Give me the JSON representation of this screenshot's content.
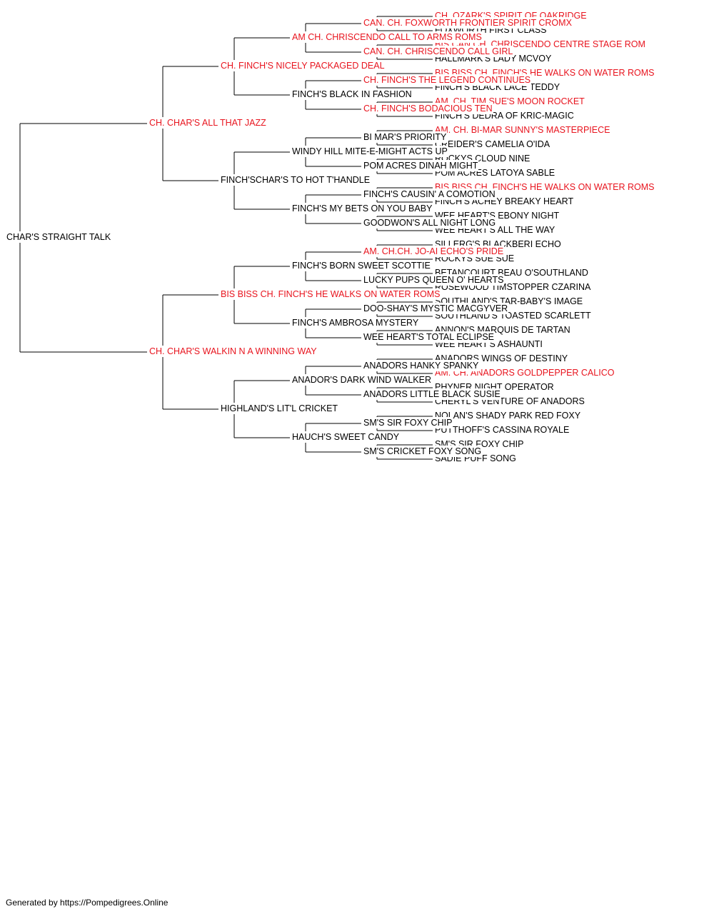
{
  "colors": {
    "champion": "#e8141e",
    "normal": "#000000",
    "line": "#000000"
  },
  "pedigree": {
    "name": "CHAR'S STRAIGHT TALK",
    "ch": false,
    "sire": {
      "name": "CH. CHAR'S ALL THAT JAZZ",
      "ch": true,
      "sire": {
        "name": "CH. FINCH'S NICELY PACKAGED DEAL",
        "ch": true,
        "sire": {
          "name": "AM CH. CHRISCENDO CALL TO ARMS ROMS",
          "ch": true,
          "sire": {
            "name": "CAN. CH. FOXWORTH FRONTIER SPIRIT CROMX",
            "ch": true,
            "sire": {
              "name": "CH. OZARK'S SPIRIT OF OAKRIDGE",
              "ch": true
            },
            "dam": {
              "name": "FOXWORTH FIRST CLASS",
              "ch": false
            }
          },
          "dam": {
            "name": "CAN. CH. CHRISCENDO CALL GIRL",
            "ch": true,
            "sire": {
              "name": "BIS CAN CH. CHRISCENDO CENTRE STAGE ROM",
              "ch": true
            },
            "dam": {
              "name": "HALLMARK'S LADY MCVOY",
              "ch": false
            }
          }
        },
        "dam": {
          "name": "FINCH'S BLACK IN FASHION",
          "ch": false,
          "sire": {
            "name": "CH. FINCH'S THE LEGEND CONTINUES",
            "ch": true,
            "sire": {
              "name": "BIS BISS CH. FINCH'S HE WALKS ON WATER ROMS",
              "ch": true
            },
            "dam": {
              "name": "FINCH'S BLACK LACE TEDDY",
              "ch": false
            }
          },
          "dam": {
            "name": "CH. FINCH'S BODACIOUS TEN",
            "ch": true,
            "sire": {
              "name": "AM. CH. TIM SUE'S MOON ROCKET",
              "ch": true
            },
            "dam": {
              "name": "FINCH'S DEDRA OF KRIC-MAGIC",
              "ch": false
            }
          }
        }
      },
      "dam": {
        "name": "FINCH'SCHAR'S TO HOT T'HANDLE",
        "ch": false,
        "sire": {
          "name": "WINDY HILL MITE-E-MIGHT ACTS UP",
          "ch": false,
          "sire": {
            "name": "BI MAR'S PRIORITY",
            "ch": false,
            "sire": {
              "name": "AM. CH. BI-MAR SUNNY'S MASTERPIECE",
              "ch": true
            },
            "dam": {
              "name": "CREIDER'S CAMELIA O'IDA",
              "ch": false
            }
          },
          "dam": {
            "name": "POM ACRES DINAH MIGHT",
            "ch": false,
            "sire": {
              "name": "ROCKYS CLOUD NINE",
              "ch": false
            },
            "dam": {
              "name": "POM ACRES LATOYA SABLE",
              "ch": false
            }
          }
        },
        "dam": {
          "name": "FINCH'S MY BETS ON YOU BABY",
          "ch": false,
          "sire": {
            "name": "FINCH'S CAUSIN' A COMOTION",
            "ch": false,
            "sire": {
              "name": "BIS BISS CH. FINCH'S HE WALKS ON WATER ROMS",
              "ch": true
            },
            "dam": {
              "name": "FINCH'S ACHEY BREAKY HEART",
              "ch": false
            }
          },
          "dam": {
            "name": "GOODWON'S ALL NIGHT LONG",
            "ch": false,
            "sire": {
              "name": "WEE HEART'S EBONY NIGHT",
              "ch": false
            },
            "dam": {
              "name": "WEE HEART'S ALL THE WAY",
              "ch": false
            }
          }
        }
      }
    },
    "dam": {
      "name": "CH. CHAR'S WALKIN N A WINNING WAY",
      "ch": true,
      "sire": {
        "name": "BIS BISS CH. FINCH'S HE WALKS ON WATER ROMS",
        "ch": true,
        "sire": {
          "name": "FINCH'S BORN SWEET SCOTTIE",
          "ch": false,
          "sire": {
            "name": "AM. CH.CH. JO-AI ECHO'S PRIDE",
            "ch": true,
            "sire": {
              "name": "SILLERG'S BLACKBERI ECHO",
              "ch": false
            },
            "dam": {
              "name": "ROCKYS SUE SUE",
              "ch": false
            }
          },
          "dam": {
            "name": "LUCKY PUPS QUEEN O' HEARTS",
            "ch": false,
            "sire": {
              "name": "BETANCOURT BEAU O'SOUTHLAND",
              "ch": false
            },
            "dam": {
              "name": "ROSEWOOD TIMSTOPPER CZARINA",
              "ch": false
            }
          }
        },
        "dam": {
          "name": "FINCH'S AMBROSA MYSTERY",
          "ch": false,
          "sire": {
            "name": "DOO-SHAY'S MYSTIC MACGYVER",
            "ch": false,
            "sire": {
              "name": "SOUTHLAND'S TAR-BABY'S IMAGE",
              "ch": false
            },
            "dam": {
              "name": "SOUTHLAND'S TOASTED SCARLETT",
              "ch": false
            }
          },
          "dam": {
            "name": "WEE HEART'S TOTAL ECLIPSE",
            "ch": false,
            "sire": {
              "name": "ANNON'S MARQUIS DE TARTAN",
              "ch": false
            },
            "dam": {
              "name": "WEE HEART'S ASHAUNTI",
              "ch": false
            }
          }
        }
      },
      "dam": {
        "name": "HIGHLAND'S LIT'L CRICKET",
        "ch": false,
        "sire": {
          "name": "ANADOR'S DARK WIND WALKER",
          "ch": false,
          "sire": {
            "name": "ANADORS HANKY SPANKY",
            "ch": false,
            "sire": {
              "name": "ANADORS WINGS OF DESTINY",
              "ch": false
            },
            "dam": {
              "name": "AM. CH. ANADORS GOLDPEPPER CALICO",
              "ch": true
            }
          },
          "dam": {
            "name": "ANADORS LITTLE BLACK SUSIE",
            "ch": false,
            "sire": {
              "name": "PHYNER NIGHT OPERATOR",
              "ch": false
            },
            "dam": {
              "name": "CHERYL'S VENTURE OF ANADORS",
              "ch": false
            }
          }
        },
        "dam": {
          "name": "HAUCH'S SWEET CANDY",
          "ch": false,
          "sire": {
            "name": "SM'S SIR FOXY CHIP",
            "ch": false,
            "sire": {
              "name": "NOLAN'S SHADY PARK RED FOXY",
              "ch": false
            },
            "dam": {
              "name": "PUTTHOFF'S CASSINA ROYALE",
              "ch": false
            }
          },
          "dam": {
            "name": "SM'S CRICKET FOXY SONG",
            "ch": false,
            "sire": {
              "name": "SM'S SIR FOXY CHIP",
              "ch": false
            },
            "dam": {
              "name": "SADIE PUFF SONG",
              "ch": false
            }
          }
        }
      }
    }
  },
  "footer": "Generated by https://Pompedigrees.Online"
}
